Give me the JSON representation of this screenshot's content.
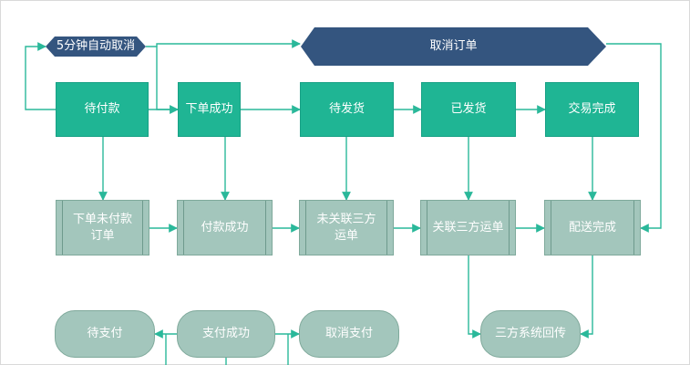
{
  "nodes": {
    "auto_cancel": "5分钟自动取消",
    "cancel_order": "取消订单",
    "pending_payment": "待付款",
    "order_placed": "下单成功",
    "pending_shipment": "待发货",
    "shipped": "已发货",
    "trade_completed": "交易完成",
    "unpaid_order_line1": "下单未付款",
    "unpaid_order_line2": "订单",
    "payment_success": "付款成功",
    "not_linked_line1": "未关联三方",
    "not_linked_line2": "运单",
    "linked_waybill": "关联三方运单",
    "delivery_complete": "配送完成",
    "to_pay": "待支付",
    "pay_success": "支付成功",
    "cancel_pay": "取消支付",
    "third_party_callback": "三方系统回传"
  },
  "colors": {
    "state": "#1fb594",
    "process": "#a3c6bc",
    "banner": "#34557f",
    "connector": "#2ab89a"
  }
}
